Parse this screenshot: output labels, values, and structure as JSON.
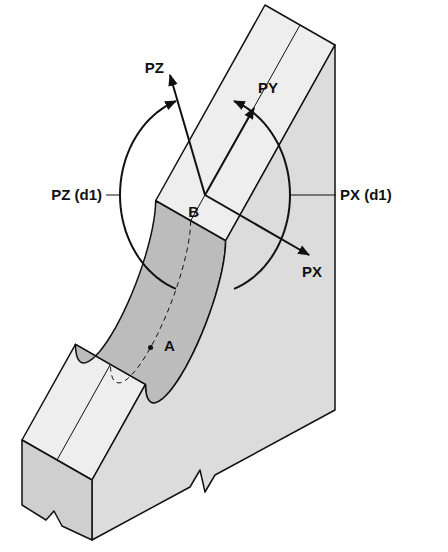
{
  "diagram": {
    "labels": [
      "PZ",
      "PY",
      "PZ (d1)",
      "PX (d1)",
      "B",
      "PX",
      "A"
    ]
  }
}
